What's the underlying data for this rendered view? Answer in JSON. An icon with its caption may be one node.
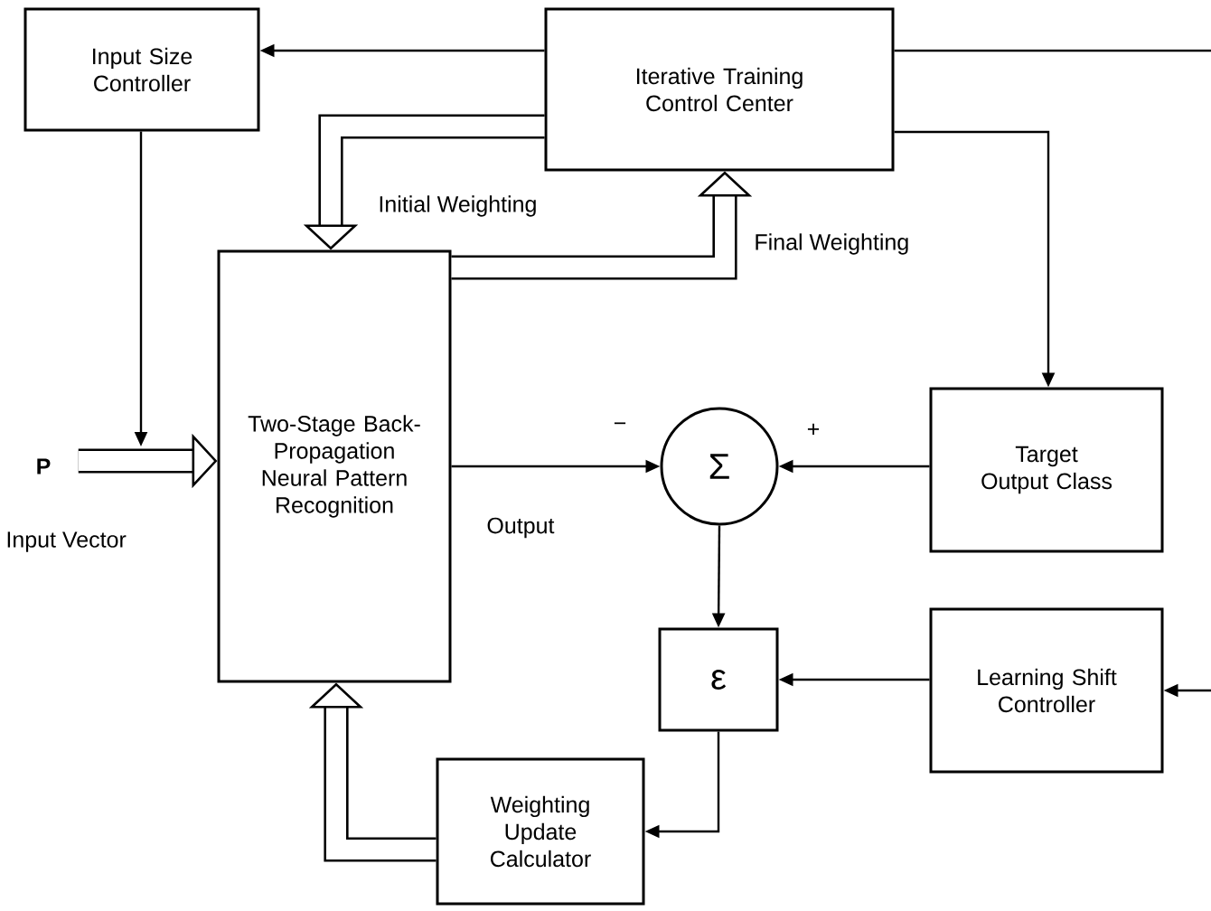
{
  "diagram": {
    "nodes": [
      {
        "text": [
          "Input Size Controller"
        ]
      },
      {
        "text": [
          "Iterative Training Control Center"
        ]
      },
      {
        "text": [
          "Two-Stage Back-Propagation Neural Pattern Recognition"
        ]
      },
      {
        "text": [
          "Σ"
        ]
      },
      {
        "text": [
          "Target Output Class"
        ]
      },
      {
        "text": [
          "ε"
        ]
      },
      {
        "text": [
          "Learning Shift Controller"
        ]
      },
      {
        "text": [
          "Weighting Update Calculator"
        ]
      },
      {
        "text": [
          "P"
        ],
        "beside": [
          "Input Vector"
        ]
      }
    ],
    "edges": [
      {
        "from": 1,
        "to": 0,
        "arrow": "to"
      },
      {
        "from": 0,
        "to": null,
        "arrow": "to"
      },
      {
        "from": 1,
        "to": 2,
        "arrow": "to",
        "style": "thick",
        "label": "Initial Weighting"
      },
      {
        "from": 2,
        "to": 1,
        "arrow": "to",
        "style": "thick",
        "label": "Final Weighting"
      },
      {
        "from": 1,
        "to": null,
        "arrow": "none"
      },
      {
        "from": 1,
        "to": 4,
        "arrow": "to"
      },
      {
        "from": 8,
        "to": 2,
        "arrow": "to",
        "style": "thick"
      },
      {
        "from": 2,
        "to": 3,
        "arrow": "to",
        "label": "Output"
      },
      {
        "from": 4,
        "to": 3,
        "arrow": "to"
      },
      {
        "from": 3,
        "to": 5,
        "arrow": "to"
      },
      {
        "from": 6,
        "to": 5,
        "arrow": "to"
      },
      {
        "from": 5,
        "to": 7,
        "arrow": "to"
      },
      {
        "from": 7,
        "to": 2,
        "arrow": "to",
        "style": "thick"
      },
      {
        "from": null,
        "to": 6,
        "arrow": "to"
      }
    ],
    "labels": [
      "−",
      "+"
    ]
  }
}
